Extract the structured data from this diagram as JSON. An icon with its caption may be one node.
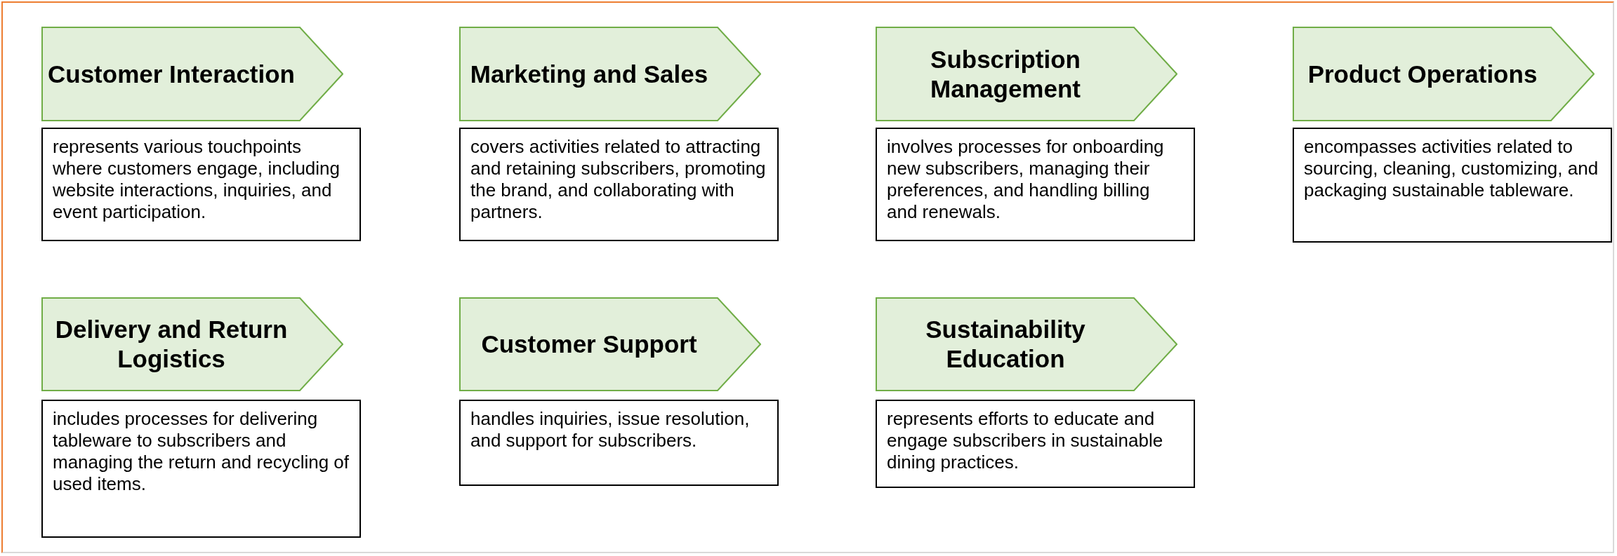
{
  "diagram": {
    "nodes": [
      {
        "text": [
          "Customer Interaction"
        ]
      },
      {
        "text": [
          "represents various touchpoints where customers engage, including website interactions, inquiries, and event participation."
        ]
      },
      {
        "text": [
          "Marketing and Sales"
        ]
      },
      {
        "text": [
          "covers activities related to attracting and retaining subscribers, promoting the brand, and collaborating with partners."
        ]
      },
      {
        "text": [
          "Subscription Management"
        ]
      },
      {
        "text": [
          "involves processes for onboarding new subscribers, managing their preferences, and handling billing and renewals."
        ]
      },
      {
        "text": [
          "Product Operations"
        ]
      },
      {
        "text": [
          "encompasses activities related to sourcing, cleaning, customizing, and packaging sustainable tableware."
        ]
      },
      {
        "text": [
          "Delivery and Return Logistics"
        ]
      },
      {
        "text": [
          "includes processes for delivering tableware to subscribers and managing the return and recycling of used items."
        ]
      },
      {
        "text": [
          "Customer Support"
        ]
      },
      {
        "text": [
          "handles inquiries, issue resolution, and support for subscribers."
        ]
      },
      {
        "text": [
          "Sustainability Education"
        ]
      },
      {
        "text": [
          "represents efforts to educate and engage subscribers in sustainable dining practices."
        ]
      }
    ],
    "edges": []
  }
}
